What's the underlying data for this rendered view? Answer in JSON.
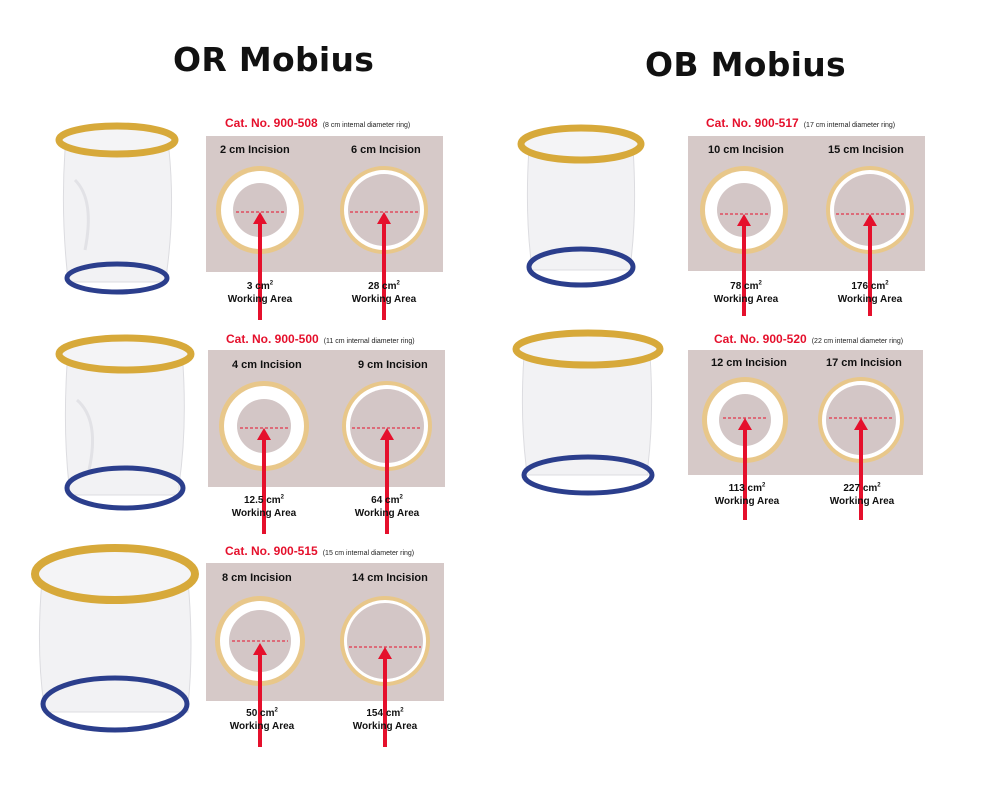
{
  "headings": {
    "or": "OR Mobius",
    "ob": "OB Mobius"
  },
  "colors": {
    "ring_outer": "#e8c78a",
    "ring_white": "#ffffff",
    "inner": "#d3c6c6",
    "panel": "#d6c9c8",
    "arrow": "#e5102c",
    "top_ring": "#d7a93a",
    "bottom_ring": "#2b3e8c"
  },
  "products": [
    {
      "cat": "Cat. No. 900-508",
      "note": "(8 cm internal diameter ring)",
      "inc1": "2   cm Incision",
      "inc2": "6   cm Incision",
      "area1": "3   cm",
      "area2": "28   cm",
      "wa1": "Working Area",
      "wa2": "Working Area",
      "sup": "2"
    },
    {
      "cat": "Cat. No. 900-500",
      "note": "(11 cm internal diameter ring)",
      "inc1": "4 cm Incision",
      "inc2": "9 cm Incision",
      "area1": "12.5 cm",
      "area2": "64 cm",
      "wa1": "Working Area",
      "wa2": "Working Area",
      "sup": "2"
    },
    {
      "cat": "Cat. No. 900-515",
      "note": "(15 cm internal diameter ring)",
      "inc1": "8   cm Incision",
      "inc2": "14 cm Incision",
      "area1": "50 cm",
      "area2": "154  cm",
      "wa1": "Working Area",
      "wa2": "Working Area",
      "sup": "2"
    },
    {
      "cat": "Cat. No. 900-517",
      "note": "(17 cm internal diameter ring)",
      "inc1": "10 cm Incision",
      "inc2": "15 cm Incision",
      "area1": "78 cm",
      "area2": "176  cm",
      "wa1": "Working Area",
      "wa2": "Working Area",
      "sup": "2"
    },
    {
      "cat": "Cat. No. 900-520",
      "note": "(22 cm internal diameter ring)",
      "inc1": "12 cm Incision",
      "inc2": "17 cm Incision",
      "area1": "113 cm",
      "area2": "227  cm",
      "wa1": "Working Area",
      "wa2": "Working Area",
      "sup": "2"
    }
  ]
}
